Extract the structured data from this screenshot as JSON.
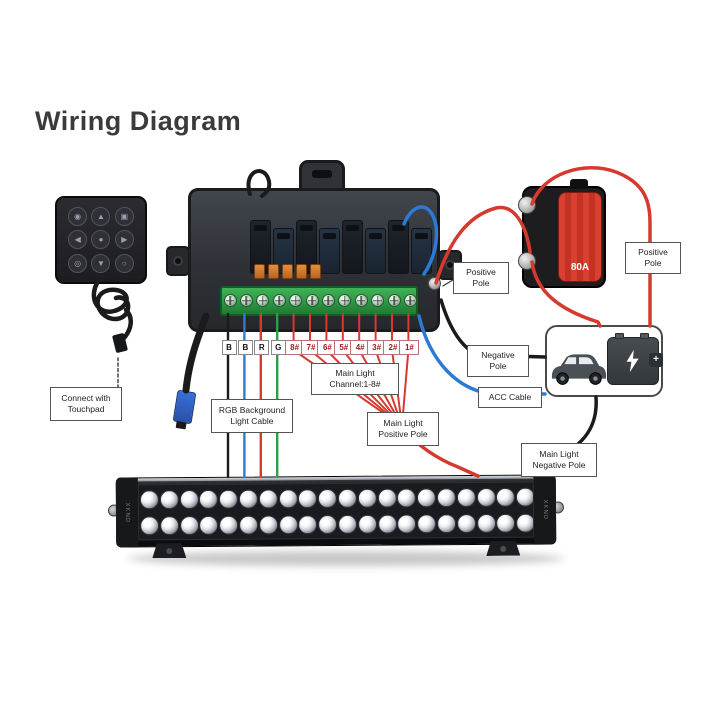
{
  "title": "Wiring Diagram",
  "touchpad": {
    "buttons": [
      "◉",
      "▲",
      "▣",
      "◀",
      "●",
      "▶",
      "◎",
      "▼",
      "○"
    ]
  },
  "terminal_tags": [
    "B",
    "B",
    "R",
    "G",
    "8#",
    "7#",
    "6#",
    "5#",
    "4#",
    "3#",
    "2#",
    "1#"
  ],
  "wire_colors": {
    "red": "#d63a2f",
    "black": "#1b1b1b",
    "blue": "#2b7bd4",
    "green": "#2f9e44"
  },
  "labels": {
    "connect_touchpad_1": "Connect with",
    "connect_touchpad_2": "Touchpad",
    "rgb_1": "RGB Background",
    "rgb_2": "Light Cable",
    "channel_1": "Main Light",
    "channel_2": "Channel:1-8#",
    "ml_pos_1": "Main Light",
    "ml_pos_2": "Positive Pole",
    "ml_neg_1": "Main Light",
    "ml_neg_2": "Negative Pole",
    "pos_pole_1": "Positive",
    "pos_pole_2": "Pole",
    "neg_pole_1": "Negative",
    "neg_pole_2": "Pole",
    "acc": "ACC Cable"
  },
  "breaker": {
    "rating": "80A"
  },
  "light_bar": {
    "rows": 2,
    "cols": 20,
    "brand": "XKND"
  }
}
